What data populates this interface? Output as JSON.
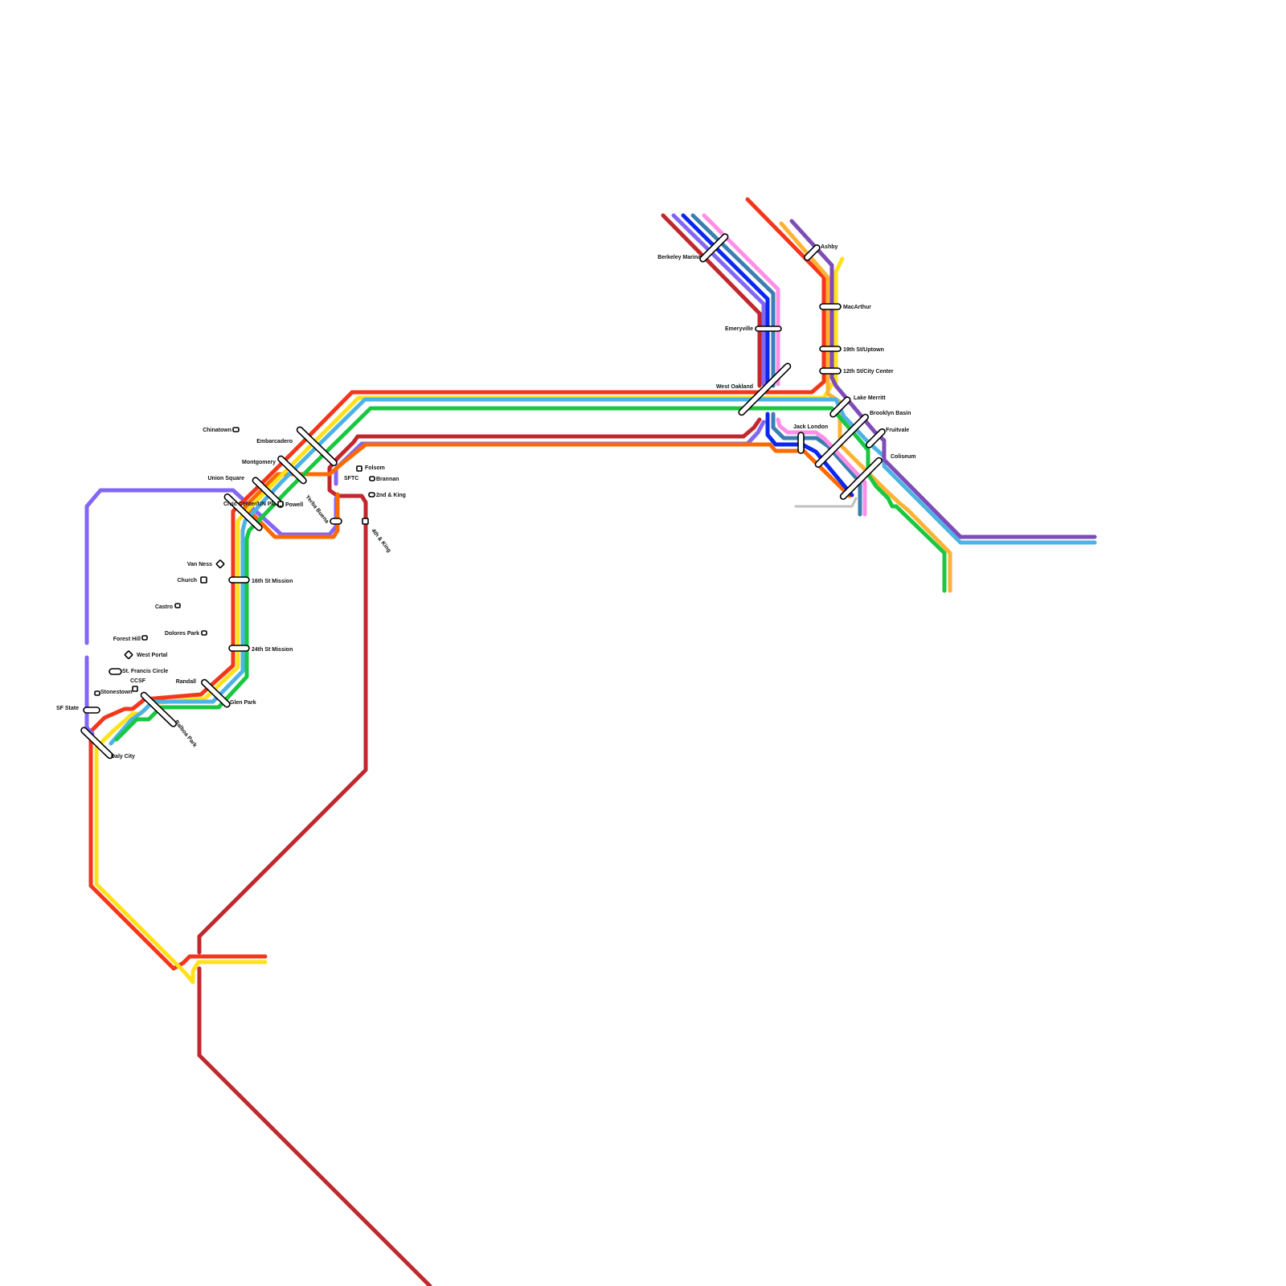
{
  "map": {
    "colors": {
      "red": "#f4371b",
      "orange": "#ff6a00",
      "yellow": "#ffe21a",
      "amber": "#ffb233",
      "light_blue": "#4db3e6",
      "blue": "#0a28f0",
      "steel_blue": "#3a7fb0",
      "green": "#19c840",
      "purple": "#8466f5",
      "violet": "#7e4cb8",
      "pink": "#ff8fe6",
      "dark_red": "#c0282d",
      "gray": "#595959",
      "light_gray": "#c0c0c0"
    },
    "stations": {
      "chinatown": "Chinatown",
      "embarcadero": "Embarcadero",
      "montgomery": "Montgomery",
      "union_square": "Union Square",
      "powell": "Powell",
      "civic_center": "Civic Center/UN Plz",
      "yerba_buena": "Yerba Buena",
      "sftc": "SFTC",
      "folsom": "Folsom",
      "brannan": "Brannan",
      "second_king": "2nd & King",
      "fourth_king": "4th & King",
      "van_ness": "Van Ness",
      "church": "Church",
      "sixteenth": "16th St Mission",
      "castro": "Castro",
      "dolores_park": "Dolores Park",
      "twentyfourth": "24th St Mission",
      "forest_hill": "Forest Hill",
      "west_portal": "West Portal",
      "st_francis": "St. Francis Circle",
      "ccsf": "CCSF",
      "randall": "Randall",
      "glen_park": "Glen Park",
      "stonestown": "Stonestown",
      "sf_state": "SF State",
      "balboa_park": "Balboa Park",
      "daly_city": "Daly City",
      "berkeley_marina": "Berkeley Marina",
      "emeryville": "Emeryville",
      "west_oakland": "West Oakland",
      "ashby": "Ashby",
      "macarthur": "MacArthur",
      "nineteenth": "19th St/Uptown",
      "twelfth": "12th St/City Center",
      "lake_merritt": "Lake Merritt",
      "jack_london": "Jack London",
      "brooklyn_basin": "Brooklyn Basin",
      "fruitvale": "Fruitvale",
      "coliseum": "Coliseum"
    }
  }
}
